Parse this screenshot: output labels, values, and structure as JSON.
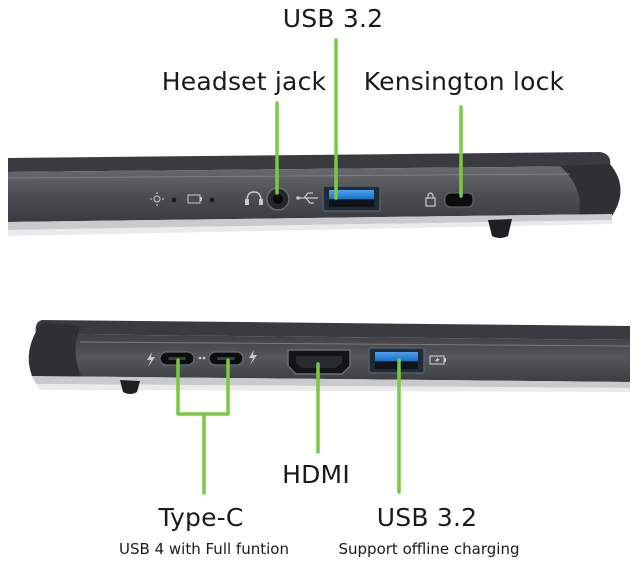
{
  "labels": {
    "usb_top": "USB 3.2",
    "headset": "Headset jack",
    "kensington": "Kensington lock",
    "hdmi": "HDMI",
    "type_c": "Type-C",
    "type_c_sub": "USB 4 with Full funtion",
    "usb_bottom": "USB 3.2",
    "usb_bottom_sub": "Support offline charging"
  },
  "colors": {
    "callout_line": "#7ac943",
    "chassis": "#55575b",
    "chassis_dark": "#2e2f31",
    "usb_port_blue": "#2b7fd4",
    "text": "#1a1a1a"
  },
  "icons": {
    "power_led": "sun-led-icon",
    "battery_led": "battery-led-icon",
    "headset": "headset-icon",
    "usb": "usb-trident-icon",
    "lock": "padlock-icon",
    "thunderbolt": "lightning-icon",
    "charge": "battery-charge-icon"
  }
}
